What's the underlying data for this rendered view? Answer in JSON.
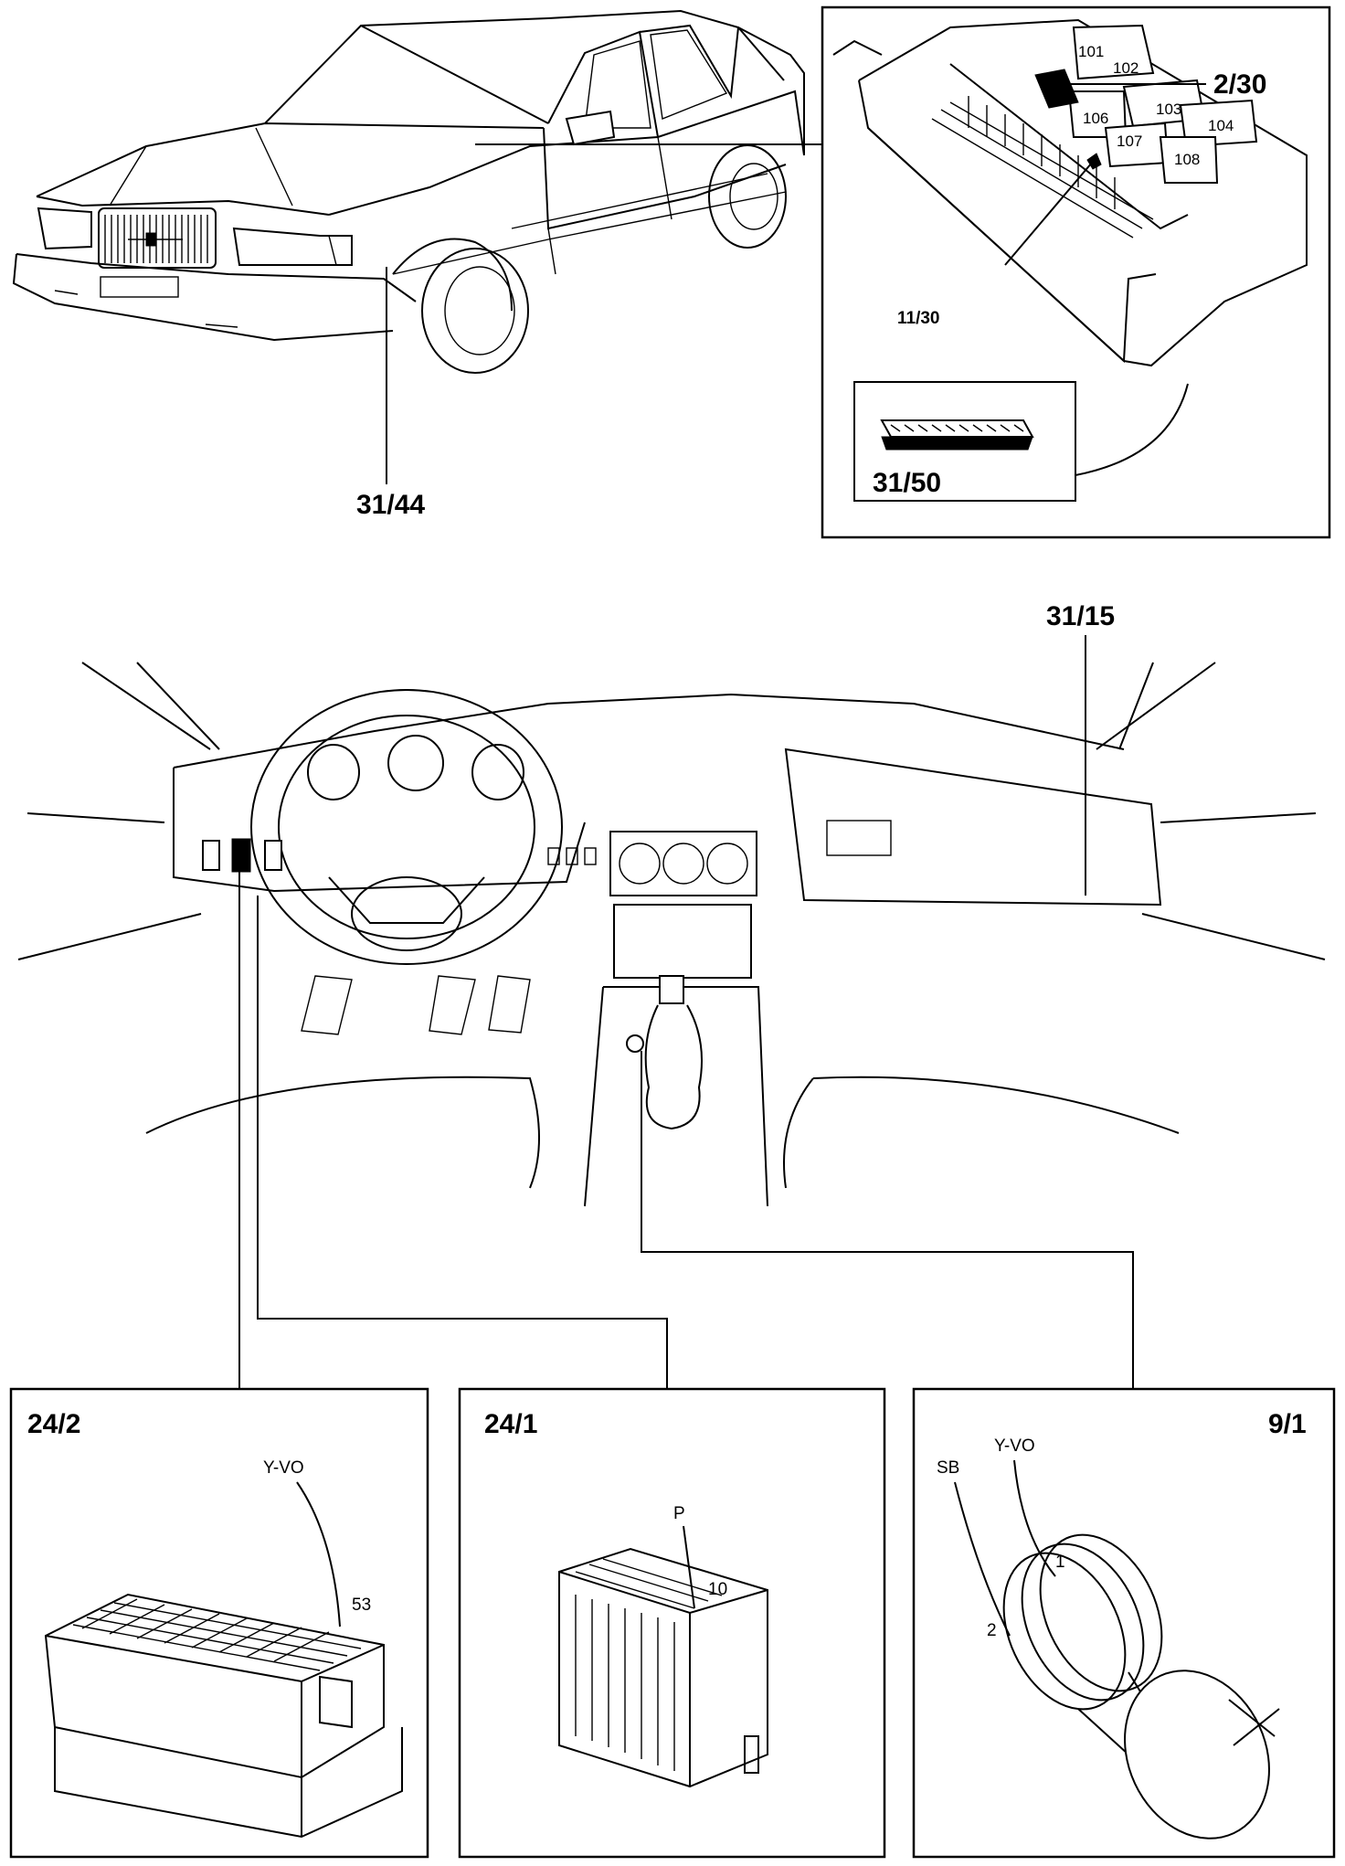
{
  "labels": {
    "car_location": "31/44",
    "fuse_box": "2/30",
    "relay_slot": "11/30",
    "connector_detail": "31/50",
    "dash_location": "31/15",
    "connector_left": "24/2",
    "connector_middle": "24/1",
    "connector_right": "9/1"
  },
  "relays": [
    "101",
    "102",
    "103",
    "104",
    "106",
    "107",
    "108"
  ],
  "wires": {
    "left": {
      "color": "Y-VO",
      "pin": "53"
    },
    "middle": {
      "color": "P",
      "pin": "10"
    },
    "right_a": {
      "color": "Y-VO",
      "pin": "1"
    },
    "right_b": {
      "color": "SB",
      "pin": "2"
    }
  }
}
